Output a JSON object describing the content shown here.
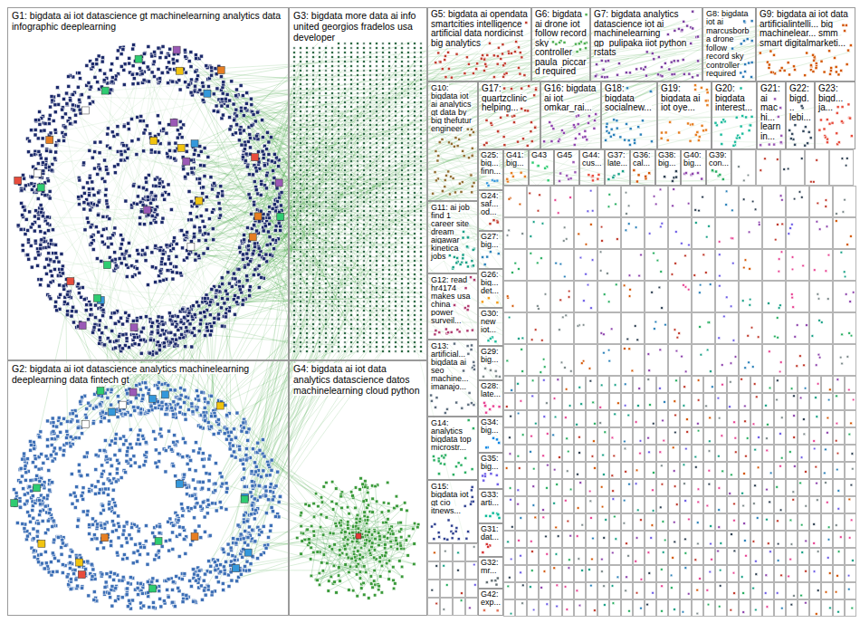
{
  "diagram": {
    "nodes": [
      {
        "text": [
          "G1: bigdata ai iot datascience gt machinelearning analytics data infographic deeplearning"
        ]
      },
      {
        "text": [
          "G2: bigdata ai iot datascience analytics machinelearning deeplearning data fintech gt"
        ]
      },
      {
        "text": [
          "G3: bigdata more data ai info united georgios fradelos usa developer"
        ]
      },
      {
        "text": [
          "G4: bigdata ai iot data analytics datascience datos machinelearning cloud python"
        ]
      },
      {
        "text": [
          "G5: bigdata ai opendata smartcities intelligence artificial data nordicinst big analytics"
        ]
      },
      {
        "text": [
          "G6: bigdata ai drone iot follow record sky controller paula_piccard required"
        ]
      },
      {
        "text": [
          "G7: bigdata analytics datascience iot ai machinelearning gp_pulipaka iiot python rstats"
        ]
      },
      {
        "text": [
          "G8: bigdata iot ai marcusborba drone follow record sky controller required"
        ]
      },
      {
        "text": [
          "G9: bigdata ai iot data artificialintelli... big machinelear... smm smart digitalmarketi..."
        ]
      },
      {
        "text": [
          "G10: bigdata iot ai analytics gt data by big thefutur engineer"
        ]
      },
      {
        "text": [
          "G11: ai job find 1 career site dream aigawar kinetica jobs"
        ]
      },
      {
        "text": [
          "G12: read hr4174 makes usa china power surveil..."
        ]
      },
      {
        "text": [
          "G13: artificial... bigdata ai seo machine... imanajo..."
        ]
      },
      {
        "text": [
          "G14: analytics bigdata top microstr..."
        ]
      },
      {
        "text": [
          "G15: bigdata iot gt cio itnews..."
        ]
      },
      {
        "text": [
          "G17: quartzclinic helping..."
        ]
      },
      {
        "text": [
          "G16: bigdata ai iot omkar_rai..."
        ]
      },
      {
        "text": [
          "G18: bigdata socialnew..."
        ]
      },
      {
        "text": [
          "G19: bigdata ai iot oye..."
        ]
      },
      {
        "text": [
          "G20: bigdata interest..."
        ]
      },
      {
        "text": [
          "G21: ai machi... learnin..."
        ]
      },
      {
        "text": [
          "G22: bigd... lebi..."
        ]
      },
      {
        "text": [
          "G23: bigd... ja..."
        ]
      },
      {
        "text": [
          "G25: big... finn..."
        ]
      },
      {
        "text": [
          "G41: big..."
        ]
      },
      {
        "text": [
          "G43"
        ]
      },
      {
        "text": [
          "G45"
        ]
      },
      {
        "text": [
          "G44: cus..."
        ]
      },
      {
        "text": [
          "G37: late..."
        ]
      },
      {
        "text": [
          "G36: cal..."
        ]
      },
      {
        "text": [
          "G38: big..."
        ]
      },
      {
        "text": [
          "G40: big..."
        ]
      },
      {
        "text": [
          "G39: con..."
        ]
      },
      {
        "text": [
          "G24: saf... od..."
        ]
      },
      {
        "text": [
          "G27: big..."
        ]
      },
      {
        "text": [
          "G26: big... det..."
        ]
      },
      {
        "text": [
          "G30: new iot..."
        ]
      },
      {
        "text": [
          "G29: big..."
        ]
      },
      {
        "text": [
          "G28: late..."
        ]
      },
      {
        "text": [
          "G34: big..."
        ]
      },
      {
        "text": [
          "G35: big..."
        ]
      },
      {
        "text": [
          "G33: arti..."
        ]
      },
      {
        "text": [
          "G31: dat..."
        ]
      },
      {
        "text": [
          "G32: mr..."
        ]
      },
      {
        "text": [
          "G42: exp..."
        ]
      }
    ]
  }
}
